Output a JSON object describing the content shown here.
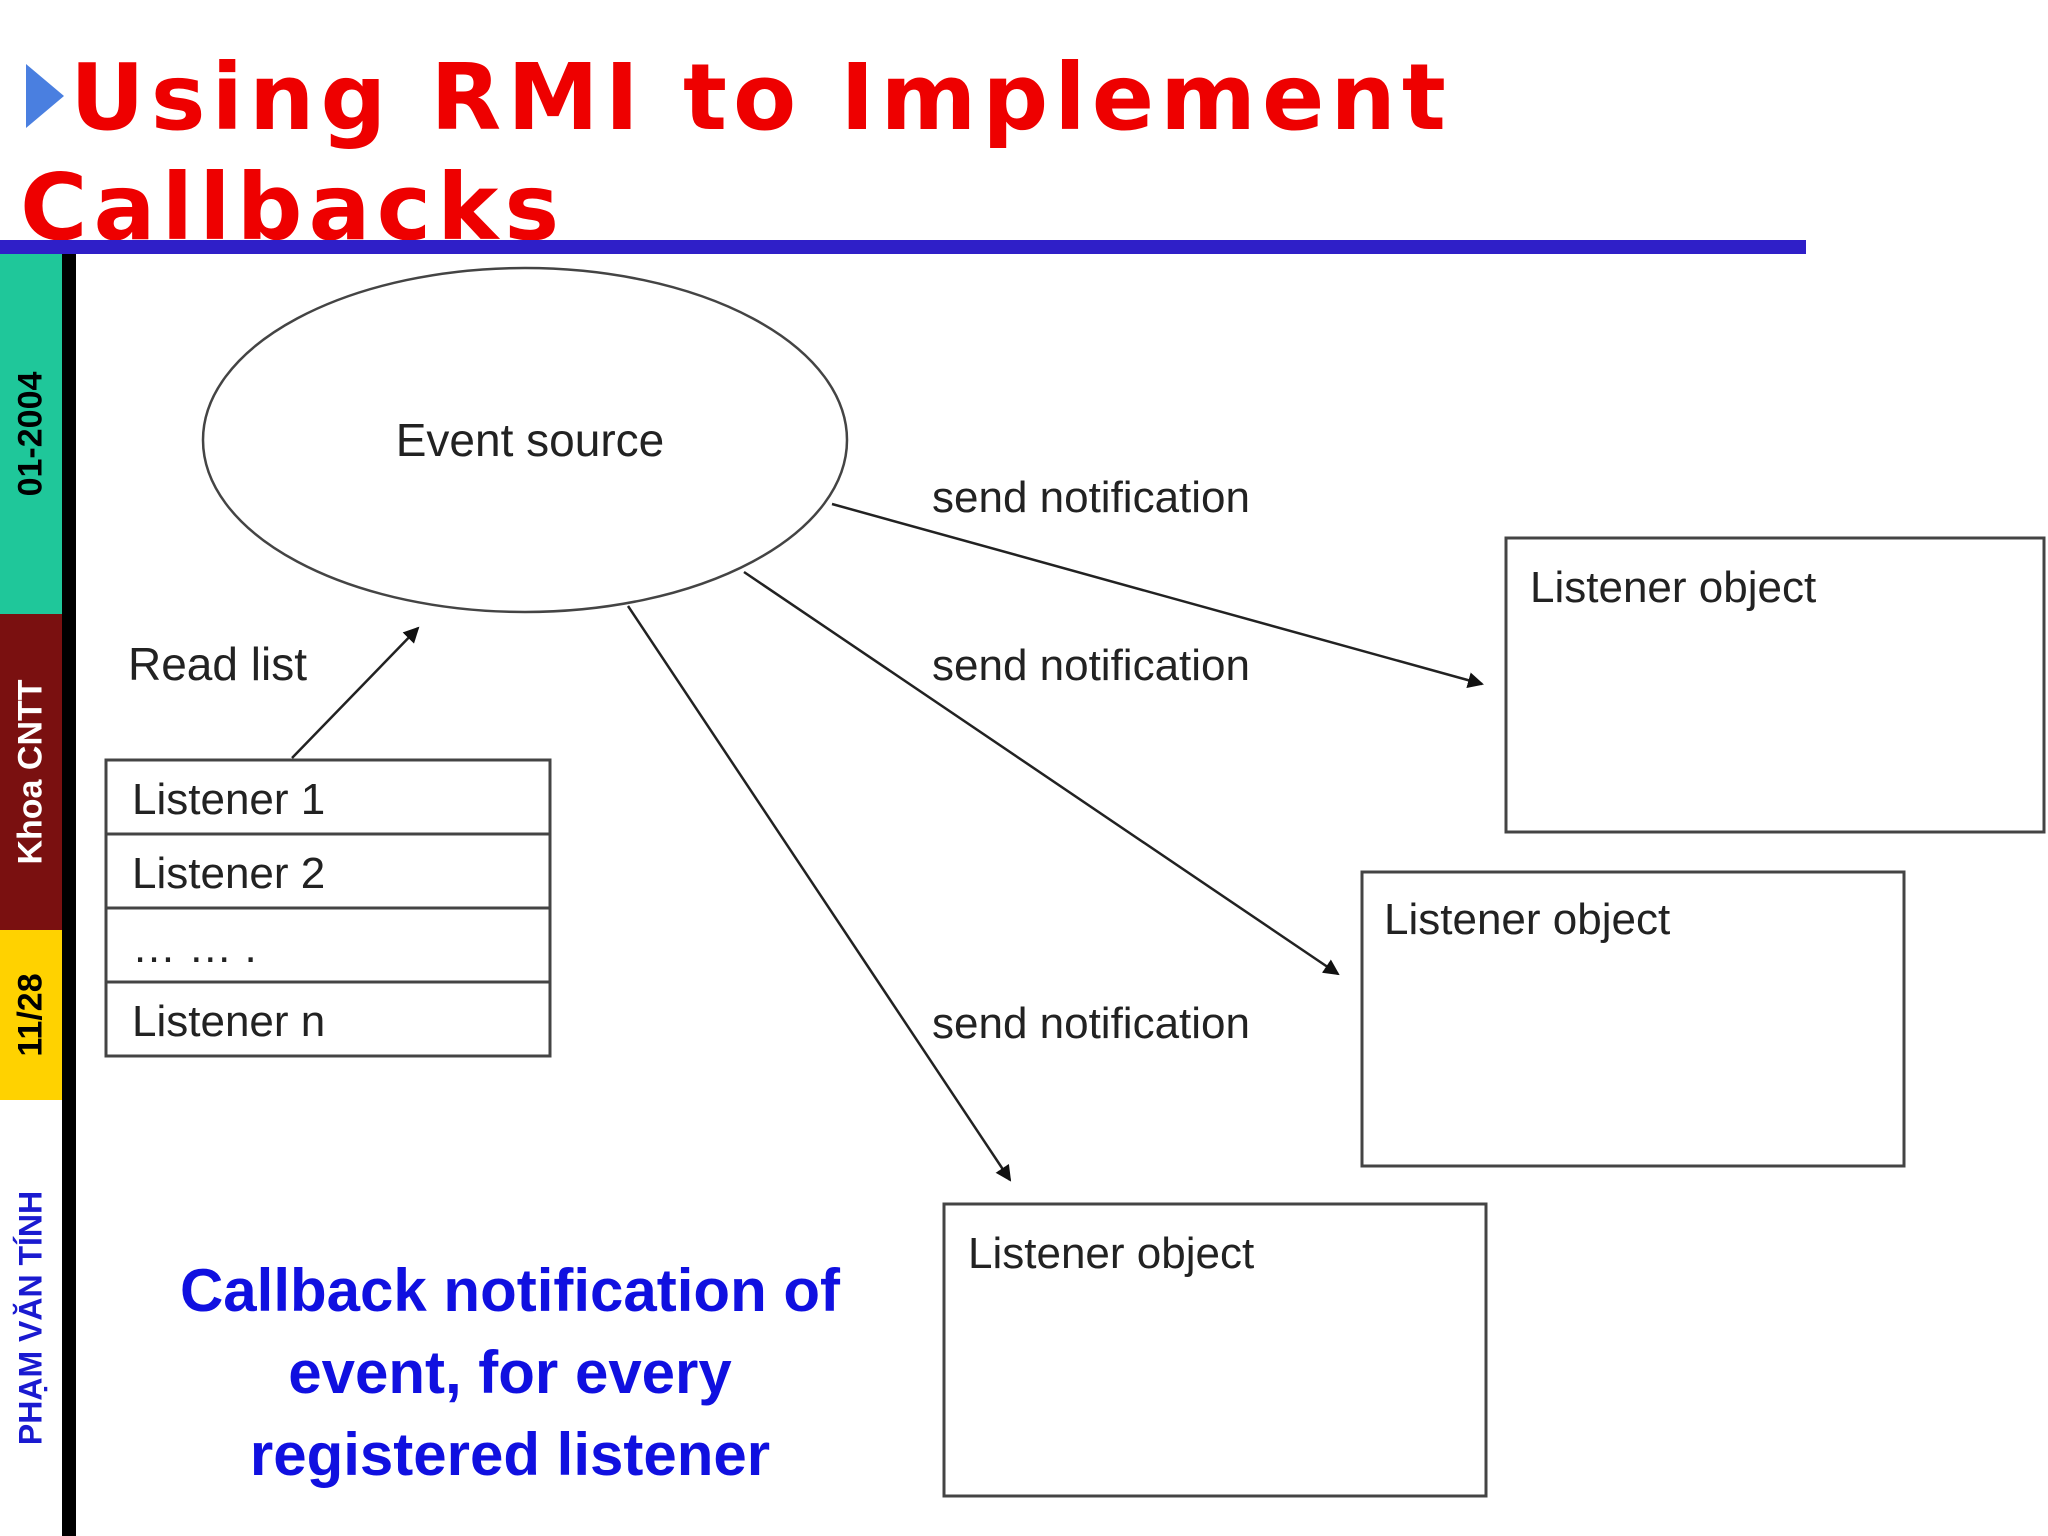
{
  "title": {
    "line1": "Using RMI to Implement",
    "line2": "Callbacks"
  },
  "sidebar": [
    {
      "text": "01-2004",
      "bg": "#1fc79a",
      "color": "#000000"
    },
    {
      "text": "Khoa CNTT",
      "bg": "#7a1010",
      "color": "#ffffff"
    },
    {
      "text": "11/28",
      "bg": "#ffd200",
      "color": "#000000"
    },
    {
      "text": "PHẠM VĂN TÍNH",
      "bg": "#ffffff",
      "color": "#1a1ad0"
    }
  ],
  "diagram": {
    "event_source": "Event source",
    "read_list": "Read list",
    "listener_list": [
      "Listener 1",
      "Listener 2",
      "… … .",
      "Listener n"
    ],
    "notifications": [
      "send notification",
      "send notification",
      "send notification"
    ],
    "listener_objects": [
      "Listener object",
      "Listener object",
      "Listener object"
    ]
  },
  "caption": {
    "lines": [
      "Callback notification of",
      "event, for every",
      "registered listener"
    ]
  },
  "colors": {
    "title": "#ee0000",
    "rule": "#2f1fc8",
    "caption": "#1010e0"
  }
}
